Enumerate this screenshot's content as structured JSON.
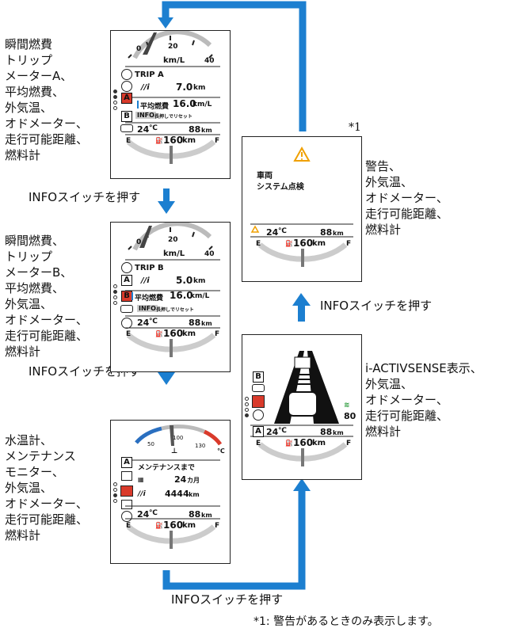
{
  "left_labels": [
    "瞬間燃費\nトリップ\nメーターA、\n平均燃費、\n外気温、\nオドメーター、\n走行可能距離、\n燃料計",
    "瞬間燃費、\nトリップ\nメーターB、\n平均燃費、\n外気温、\nオドメーター、\n走行可能距離、\n燃料計",
    "水温計、\nメンテナンス\nモニター、\n外気温、\nオドメーター、\n走行可能距離、\n燃料計"
  ],
  "right_labels": [
    "警告、\n外気温、\nオドメーター、\n走行可能距離、\n燃料計",
    "i-ACTIVSENSE表示、\n外気温、\nオドメーター、\n走行可能距離、\n燃料計"
  ],
  "arrow_caption": "INFOスイッチを押す",
  "footnote_mark": "*1",
  "footnote": "*1: 警告があるときのみ表示します。",
  "panels": {
    "trip_a": {
      "gauge_min": "0",
      "gauge_mid": "20",
      "gauge_max": "40",
      "gauge_unit": "km/L",
      "trip_title": "TRIP A",
      "trip_value": "7.0",
      "trip_unit": "km",
      "avg_label": "平均燃費",
      "avg_value": "16.0",
      "avg_unit": "km/L",
      "info_tag": "INFO",
      "info_text": "長押しでリセット",
      "box_a": "A",
      "box_b": "B",
      "temp": "24",
      "temp_unit": "℃",
      "range": "88",
      "range_unit": "km",
      "fuel_e": "E",
      "fuel_f": "F",
      "fuel_km": "160",
      "fuel_unit": "km"
    },
    "trip_b": {
      "gauge_min": "0",
      "gauge_mid": "20",
      "gauge_max": "40",
      "gauge_unit": "km/L",
      "trip_title": "TRIP B",
      "trip_value": "5.0",
      "trip_unit": "km",
      "avg_label": "平均燃費",
      "avg_value": "16.0",
      "avg_unit": "km/L",
      "info_tag": "INFO",
      "info_text": "長押しでリセット",
      "box_a": "A",
      "box_b": "B",
      "temp": "24",
      "temp_unit": "℃",
      "range": "88",
      "range_unit": "km",
      "fuel_e": "E",
      "fuel_f": "F",
      "fuel_km": "160",
      "fuel_unit": "km"
    },
    "maintenance": {
      "wt_50": "50",
      "wt_100": "100",
      "wt_130": "130",
      "wt_unit": "℃",
      "title": "メンテナンスまで",
      "months": "24",
      "months_unit": "カ月",
      "dist": "4444",
      "dist_unit": "km",
      "box_a": "A",
      "temp": "24",
      "temp_unit": "℃",
      "range": "88",
      "range_unit": "km",
      "fuel_e": "E",
      "fuel_f": "F",
      "fuel_km": "160",
      "fuel_unit": "km"
    },
    "warning": {
      "line1": "車両",
      "line2": "システム点検",
      "temp": "24",
      "temp_unit": "℃",
      "range": "88",
      "range_unit": "km",
      "fuel_e": "E",
      "fuel_f": "F",
      "fuel_km": "160",
      "fuel_unit": "km"
    },
    "activsense": {
      "box_b": "B",
      "box_a": "A",
      "speed": "80",
      "temp": "24",
      "temp_unit": "℃",
      "range": "88",
      "range_unit": "km",
      "fuel_e": "E",
      "fuel_f": "F",
      "fuel_km": "160",
      "fuel_unit": "km"
    }
  },
  "colors": {
    "arrow": "#1c7fd0",
    "alert": "#d93a2b",
    "warning": "#f0a000",
    "coolant_cold": "#2a6fc0",
    "green": "#2a9a3a"
  }
}
